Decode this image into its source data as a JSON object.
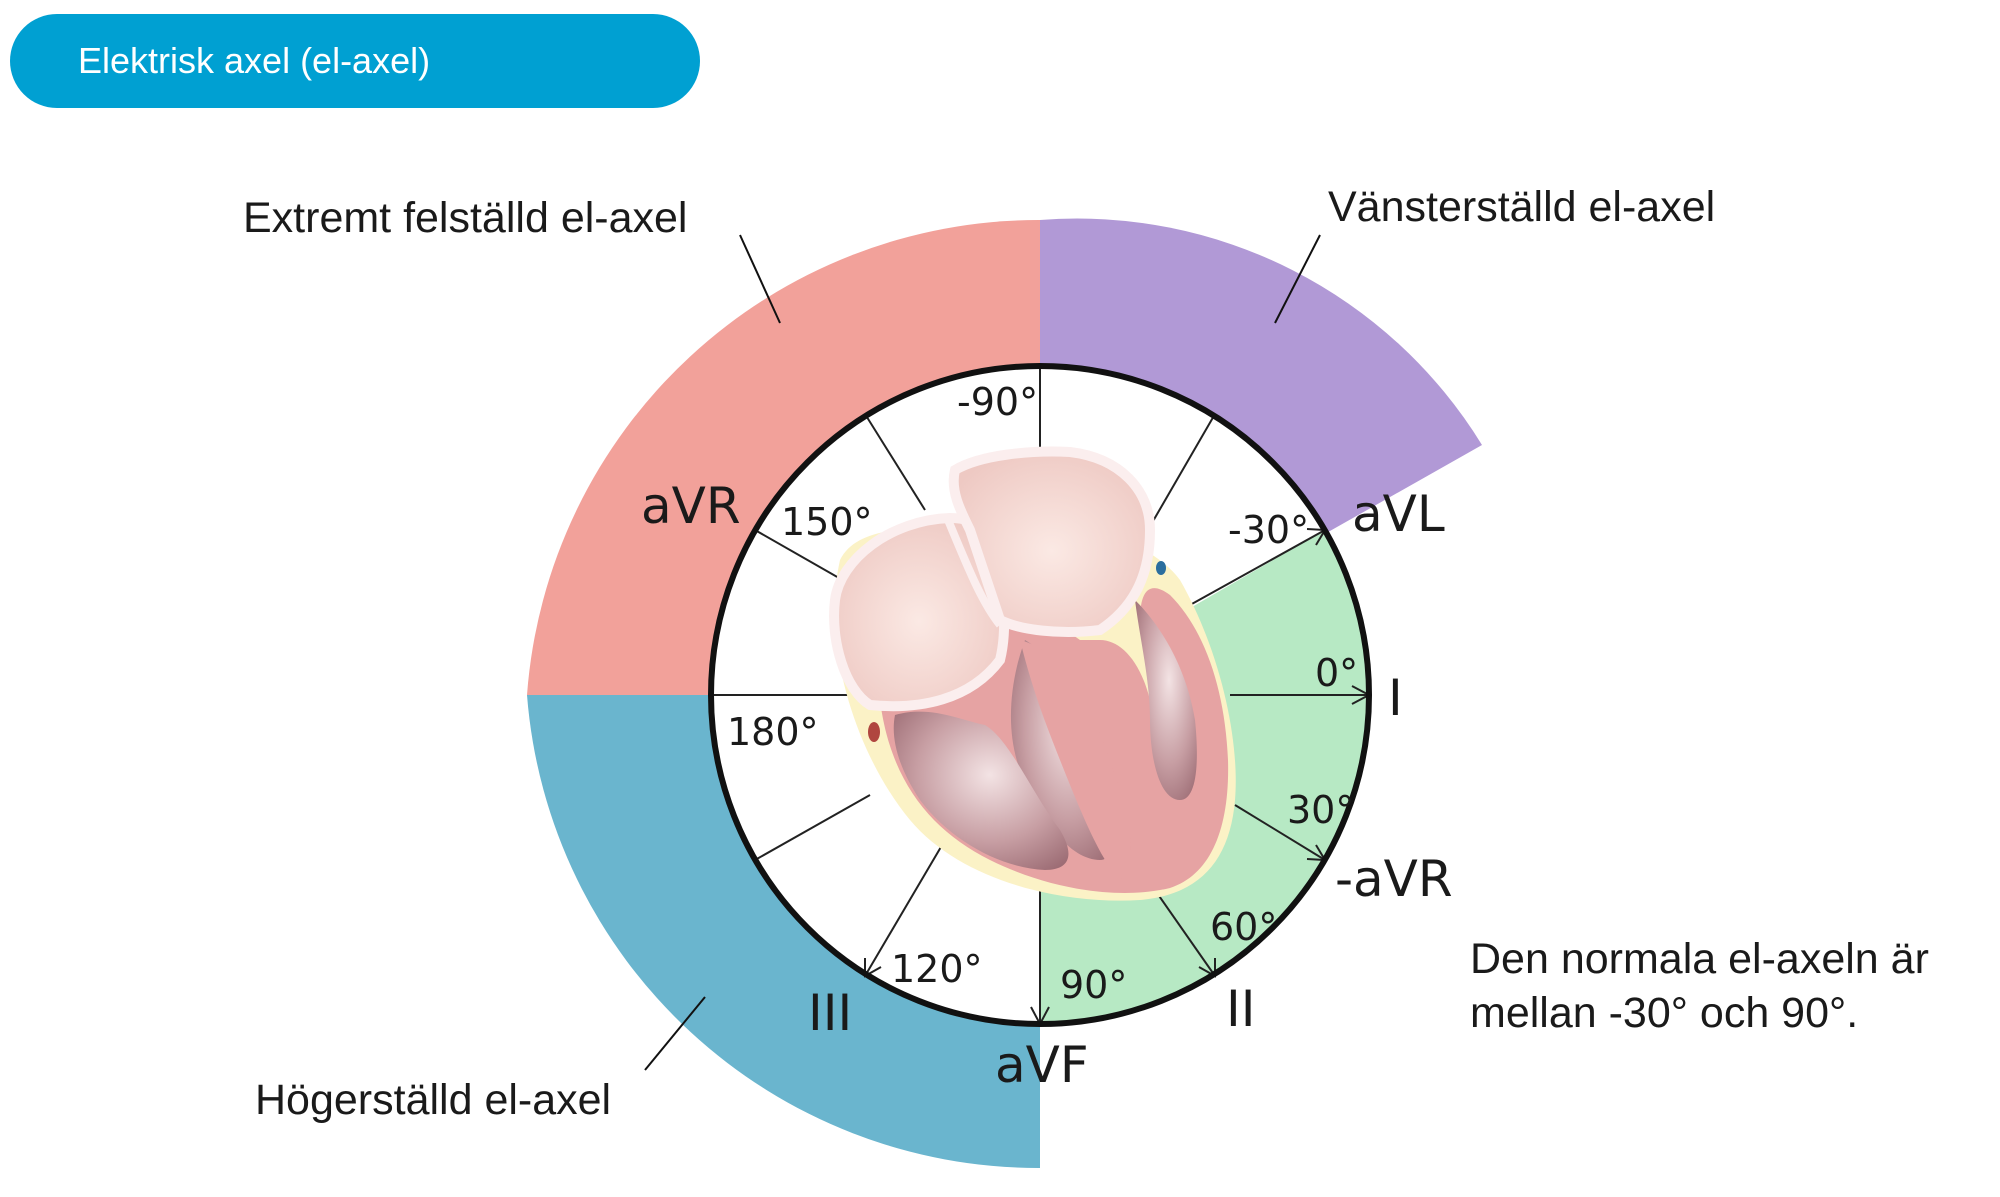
{
  "header": {
    "title": "Elektrisk axel (el-axel)"
  },
  "zones": {
    "extreme": {
      "label": "Extremt felställd el-axel",
      "color": "#f2a19a"
    },
    "left": {
      "label": "Vänsterställd el-axel",
      "color": "#b199d6"
    },
    "right": {
      "label": "Högerställd el-axel",
      "color": "#6ab5ce"
    },
    "normal": {
      "color": "#b7e9c4"
    }
  },
  "angles": {
    "m90": "-90°",
    "m30": "-30°",
    "a0": "0°",
    "a30": "30°",
    "a60": "60°",
    "a90": "90°",
    "a120": "120°",
    "a150": "150°",
    "a180": "180°"
  },
  "leads": {
    "aVR": "aVR",
    "aVL": "aVL",
    "I": "I",
    "minus_aVR": "-aVR",
    "II": "II",
    "aVF": "aVF",
    "III": "III"
  },
  "note": {
    "line1": "Den normala el-axeln är",
    "line2": "mellan -30° och 90°."
  }
}
